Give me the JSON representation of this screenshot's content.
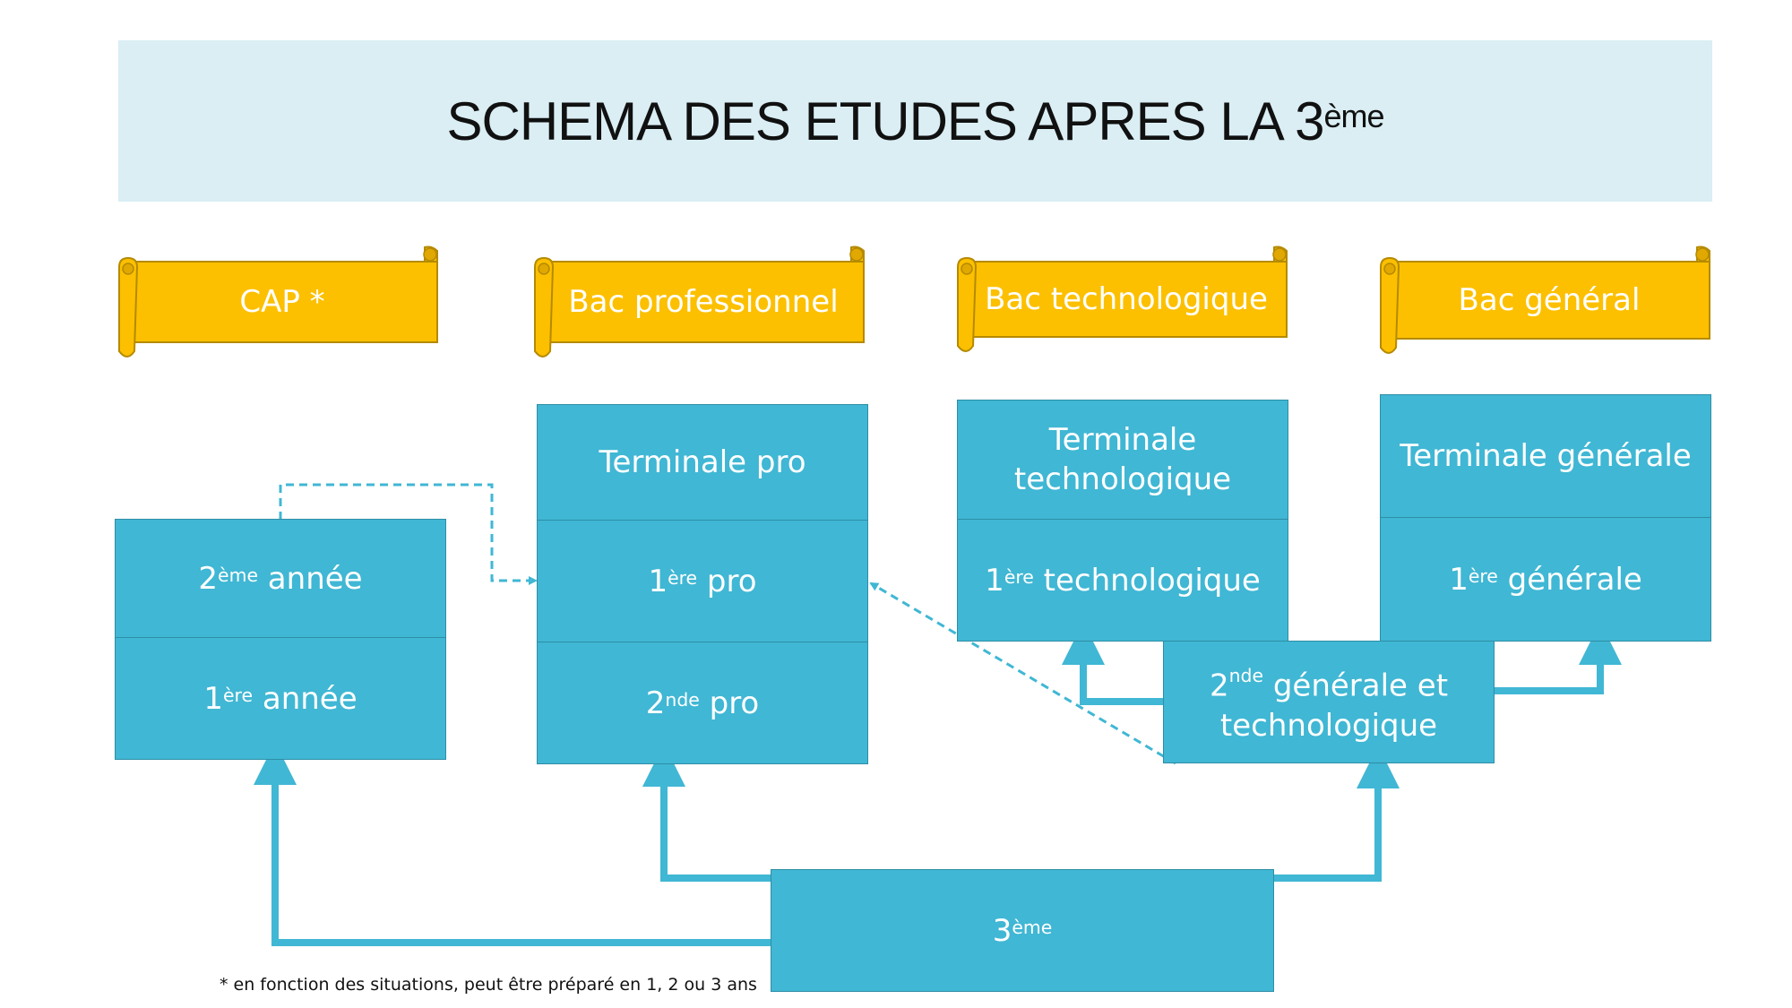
{
  "title": {
    "text": "SCHEMA DES ETUDES APRES LA 3",
    "sup": "ème"
  },
  "banners": [
    {
      "label": "CAP *"
    },
    {
      "label": "Bac professionnel"
    },
    {
      "label": "Bac technologique"
    },
    {
      "label": "Bac général"
    }
  ],
  "cap": {
    "year2": {
      "prefix": "2",
      "sup": "ème",
      "rest": " année"
    },
    "year1": {
      "prefix": "1",
      "sup": "ère",
      "rest": " année"
    }
  },
  "pro": {
    "terminale": "Terminale pro",
    "premiere": {
      "prefix": "1",
      "sup": "ère",
      "rest": " pro"
    },
    "seconde": {
      "prefix": "2",
      "sup": "nde",
      "rest": " pro"
    }
  },
  "techno": {
    "terminale_line1": "Terminale",
    "terminale_line2": "technologique",
    "premiere": {
      "prefix": "1",
      "sup": "ère",
      "rest": " technologique"
    }
  },
  "generale": {
    "terminale": "Terminale générale",
    "premiere": {
      "prefix": "1",
      "sup": "ère",
      "rest": " générale"
    }
  },
  "seconde_gt": {
    "prefix": "2",
    "sup": "nde",
    "rest": " générale et",
    "line2": "technologique"
  },
  "troisieme": {
    "prefix": "3",
    "sup": "ème"
  },
  "footnote": "* en fonction des situations, peut être préparé en 1, 2 ou 3 ans",
  "colors": {
    "box": "#40b7d4",
    "banner": "#fcc000",
    "arrow": "#40b7d4",
    "title_band": "#daeef4"
  }
}
